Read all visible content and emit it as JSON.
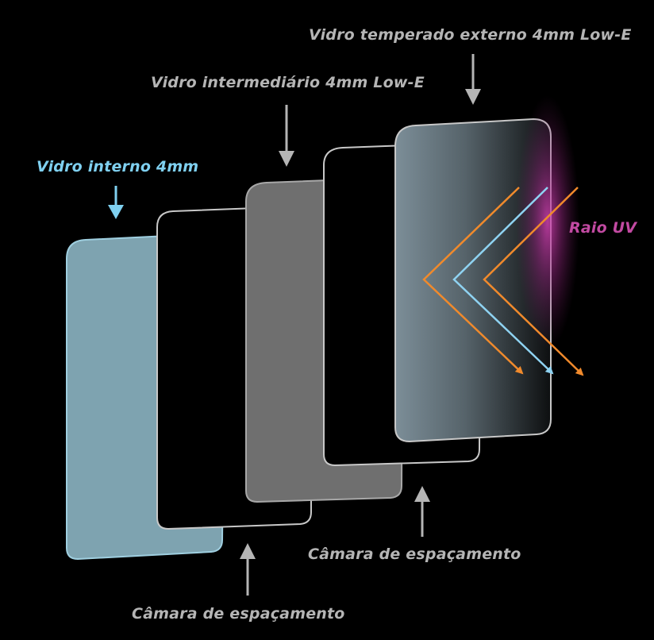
{
  "labels": {
    "outer_glass": "Vidro temperado externo 4mm Low-E",
    "middle_glass": "Vidro intermediário 4mm Low-E",
    "inner_glass": "Vidro interno 4mm",
    "uv_ray": "Raio UV",
    "spacer_chamber_1": "Câmara de espaçamento",
    "spacer_chamber_2": "Câmara de espaçamento"
  },
  "colors": {
    "background": "#000000",
    "label_gray": "#b5b5b5",
    "inner_glass_label": "#7fd0f0",
    "uv_label": "#c24aa2",
    "inner_glass_fill": "#7ea3b0",
    "middle_glass_fill": "#6f6f6f",
    "outline": "#c8c8c8",
    "ray_orange": "#f08a2c",
    "ray_blue": "#8fd3f2",
    "uv_glow": "#b0308f"
  }
}
